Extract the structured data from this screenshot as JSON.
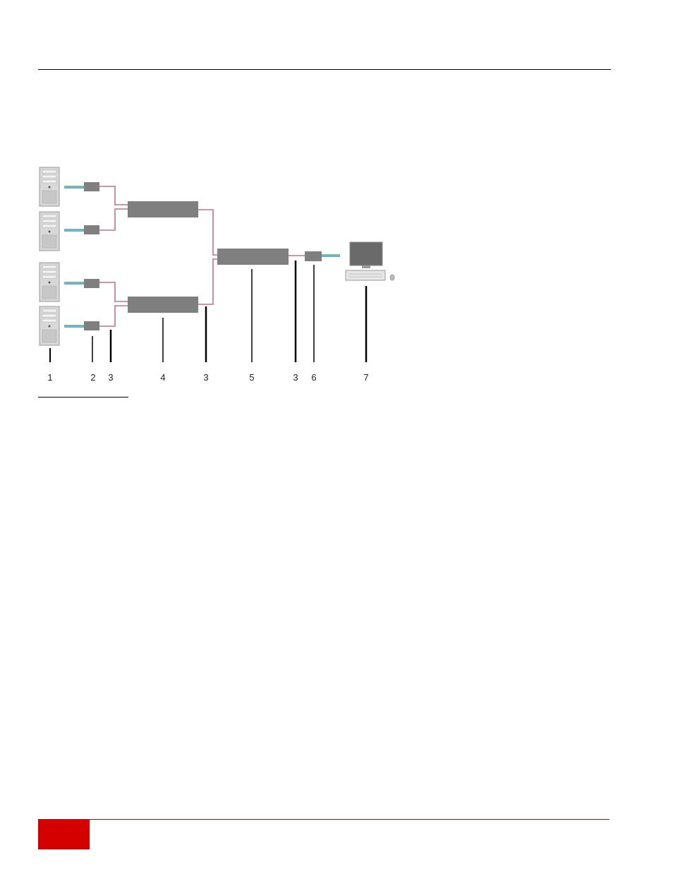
{
  "header": {
    "rule_color": "#000000"
  },
  "footer": {
    "accent_color": "#d40000",
    "rule_color": "#d40000"
  },
  "diagram": {
    "callouts": [
      "1",
      "2",
      "3",
      "3",
      "3",
      "4",
      "5",
      "6",
      "7"
    ],
    "colors": {
      "device_fill": "#7f7f7f",
      "cable_pink": "#c2708f",
      "cable_blue": "#3a8fd4",
      "cable_green": "#4aa87a",
      "server_fill": "#d8d8d8",
      "monitor_screen": "#6a6a6a"
    },
    "icons": [
      "server-tower-icon",
      "monitor-icon",
      "keyboard-icon",
      "mouse-icon"
    ]
  }
}
